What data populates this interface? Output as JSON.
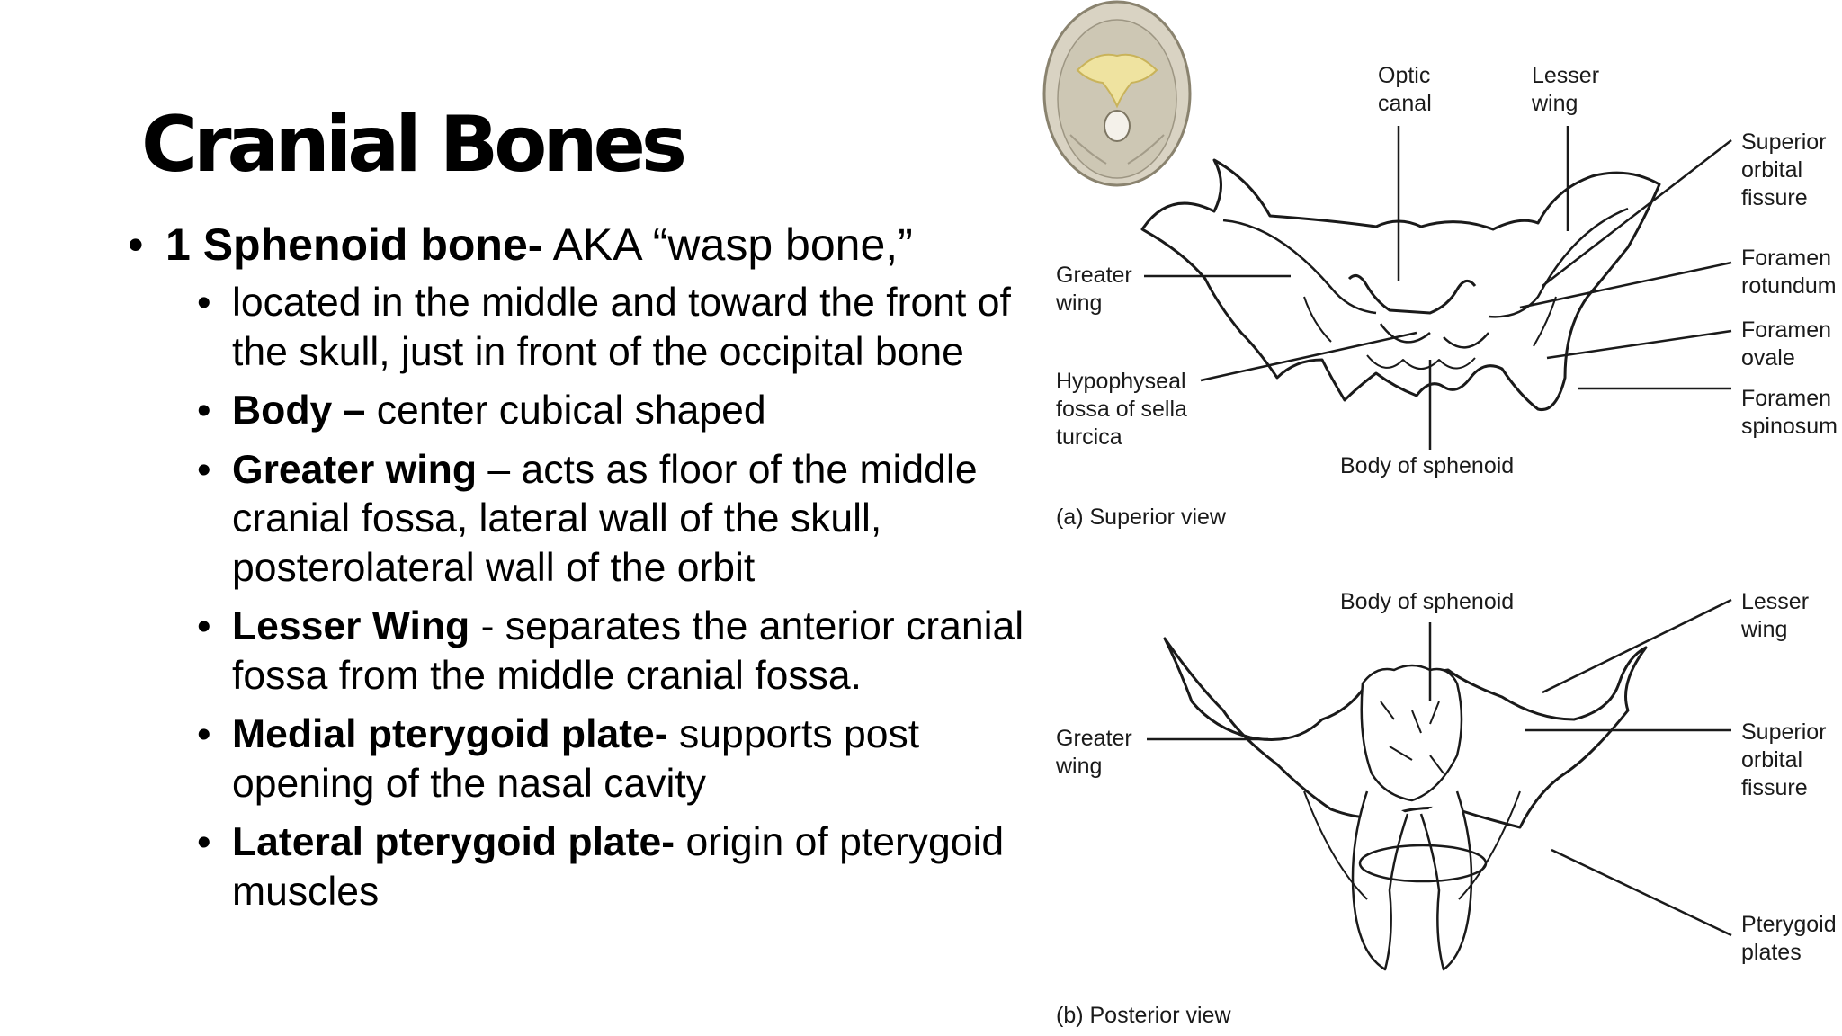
{
  "title": "Cranial Bones",
  "main_bullet": {
    "bold": "1 Sphenoid bone-",
    "text": " AKA “wasp bone,”"
  },
  "sub_bullets": [
    {
      "bold": "",
      "text": "located in the middle and toward the front of the skull, just in front of the occipital bone"
    },
    {
      "bold": "Body –",
      "text": " center cubical shaped"
    },
    {
      "bold": "Greater wing",
      "text": " – acts as floor of the middle cranial fossa, lateral wall of the skull, posterolateral wall of the orbit"
    },
    {
      "bold": "Lesser Wing",
      "text": " - separates the anterior cranial fossa from the middle cranial fossa."
    },
    {
      "bold": "Medial pterygoid plate-",
      "text": "  supports post opening of the nasal cavity"
    },
    {
      "bold": "Lateral pterygoid plate-",
      "text": " origin of pterygoid muscles"
    }
  ],
  "figure": {
    "superior": {
      "caption": "(a) Superior view",
      "labels": {
        "optic_canal": "Optic\ncanal",
        "lesser_wing": "Lesser\nwing",
        "superior_orbital_fissure": "Superior\norbital\nfissure",
        "foramen_rotundum": "Foramen\nrotundum",
        "foramen_ovale": "Foramen\novale",
        "foramen_spinosum": "Foramen\nspinosum",
        "greater_wing": "Greater\nwing",
        "hypophyseal_fossa": "Hypophyseal\nfossa of sella\nturcica",
        "body_of_sphenoid": "Body of sphenoid"
      }
    },
    "posterior": {
      "caption": "(b) Posterior view",
      "labels": {
        "body_of_sphenoid": "Body of sphenoid",
        "lesser_wing": "Lesser\nwing",
        "greater_wing": "Greater\nwing",
        "superior_orbital_fissure": "Superior\norbital\nfissure",
        "pterygoid_plates": "Pterygoid\nplates"
      }
    },
    "colors": {
      "skull_fill": "#d9d3c3",
      "sphenoid_highlight": "#efe3a0",
      "line": "#1a1a1a"
    }
  }
}
